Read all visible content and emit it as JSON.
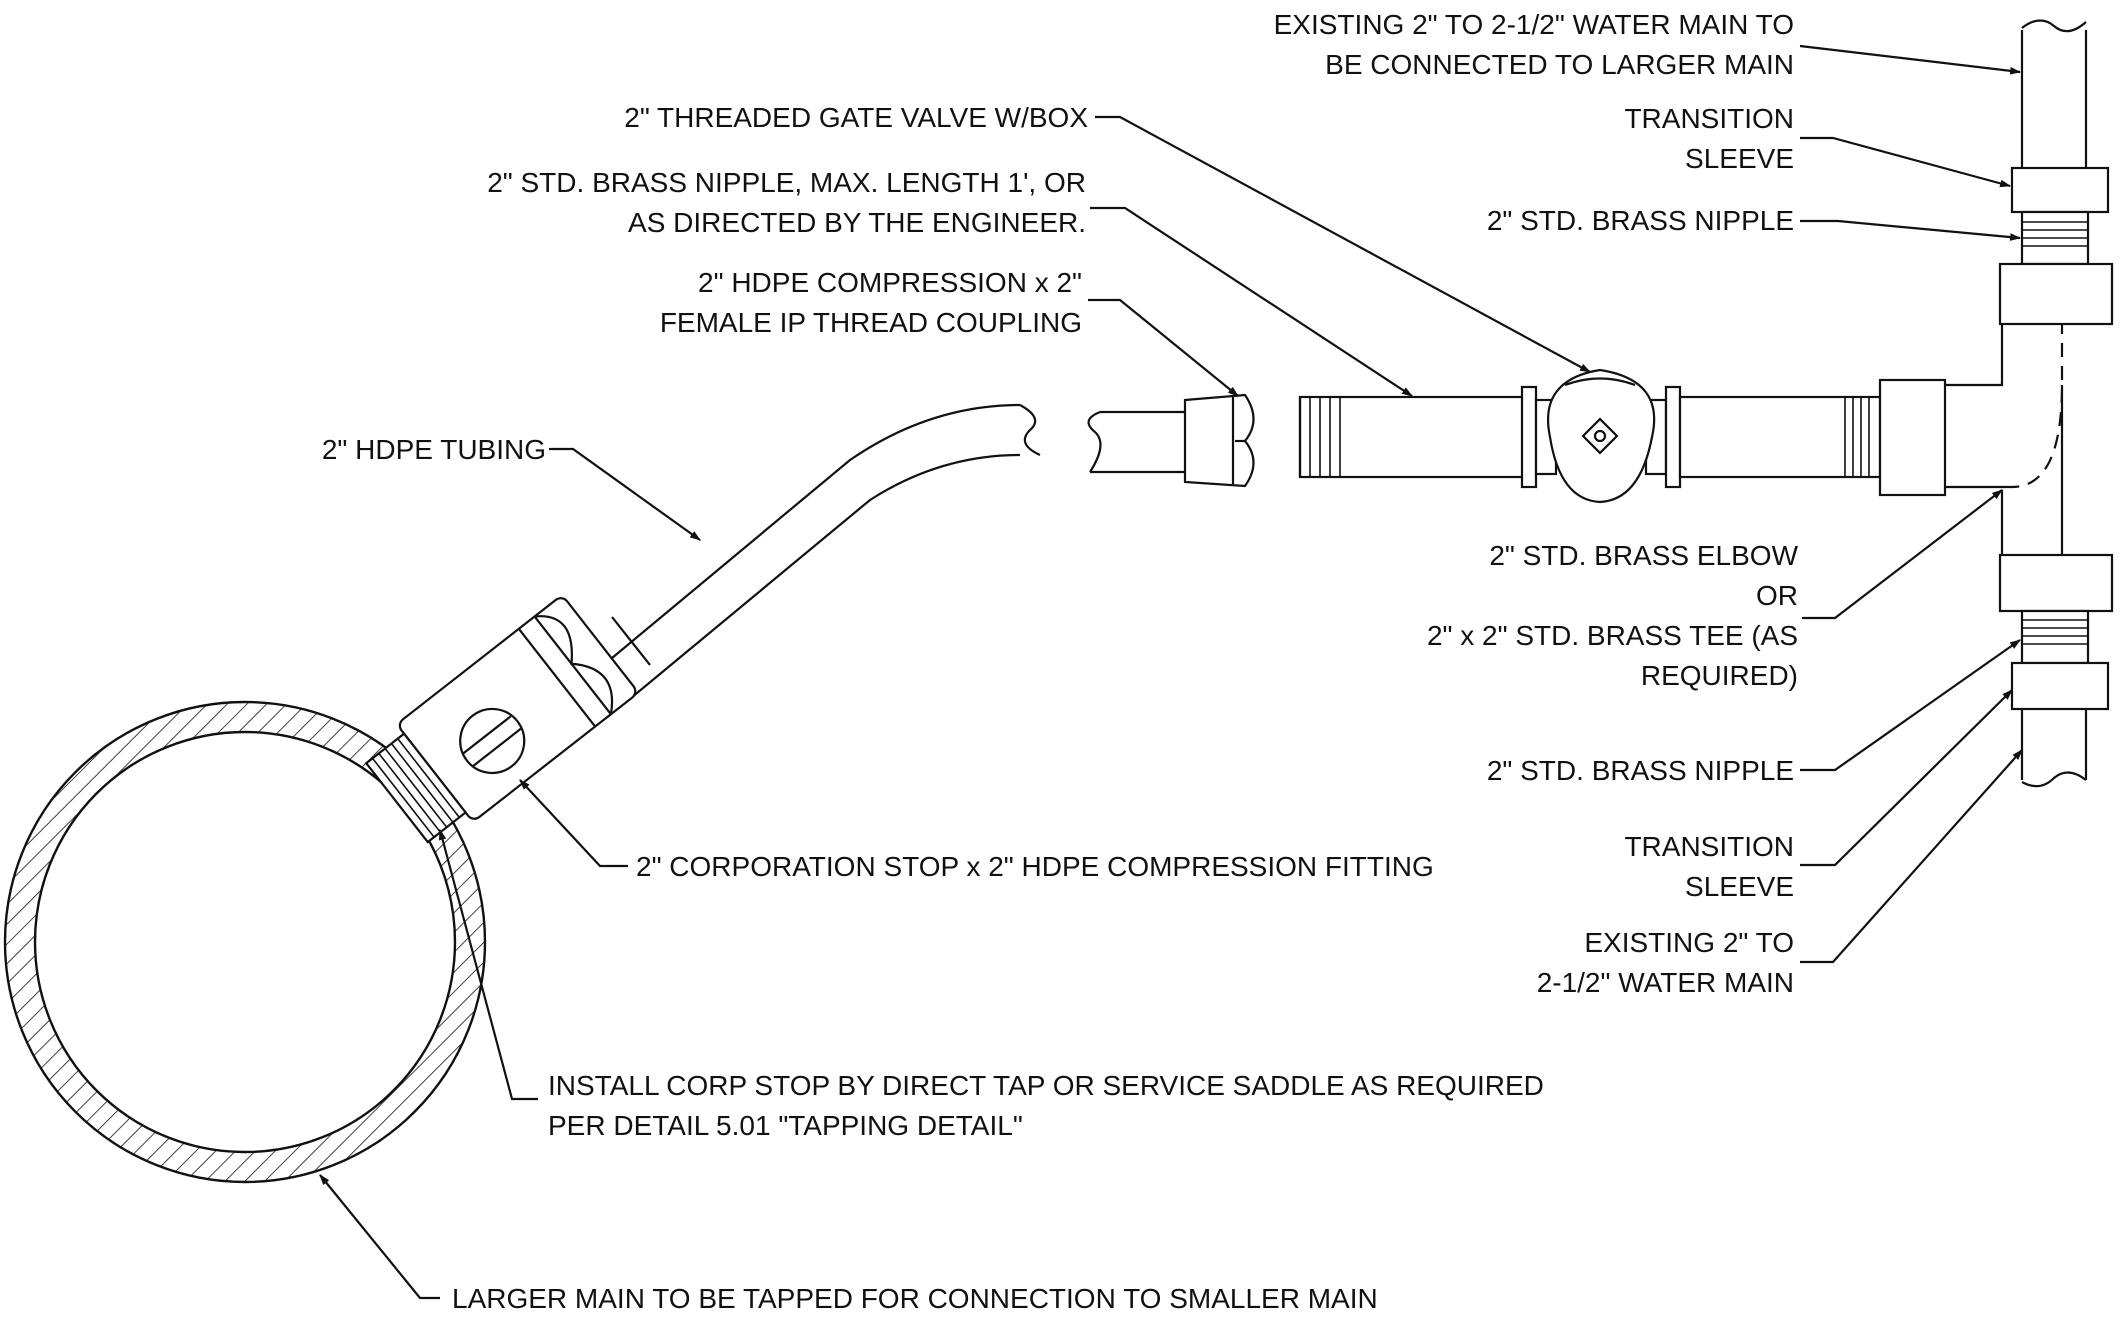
{
  "labels": {
    "existing_main_top": [
      "EXISTING 2\" TO 2-1/2\" WATER MAIN TO",
      "BE CONNECTED TO LARGER MAIN"
    ],
    "gate_valve": [
      "2\" THREADED GATE VALVE W/BOX"
    ],
    "brass_nipple_long": [
      "2\" STD. BRASS NIPPLE, MAX. LENGTH 1', OR",
      "AS DIRECTED BY THE ENGINEER."
    ],
    "hdpe_coupling": [
      "2\" HDPE COMPRESSION x 2\"",
      "FEMALE IP THREAD COUPLING"
    ],
    "transition_sleeve_top": [
      "TRANSITION",
      "SLEEVE"
    ],
    "brass_nipple_top": [
      "2\" STD. BRASS NIPPLE"
    ],
    "hdpe_tubing": [
      "2\" HDPE TUBING"
    ],
    "brass_elbow": [
      "2\" STD. BRASS ELBOW",
      "OR",
      "2\" x 2\" STD. BRASS TEE (AS",
      "REQUIRED)"
    ],
    "corp_stop": [
      "2\" CORPORATION STOP x 2\" HDPE COMPRESSION FITTING"
    ],
    "brass_nipple_bottom": [
      "2\" STD. BRASS NIPPLE"
    ],
    "transition_sleeve_bottom": [
      "TRANSITION",
      "SLEEVE"
    ],
    "existing_main_bottom": [
      "EXISTING 2\" TO",
      "2-1/2\" WATER MAIN"
    ],
    "install_corp_stop": [
      "INSTALL CORP STOP BY DIRECT TAP OR SERVICE SADDLE AS REQUIRED",
      "PER DETAIL 5.01 \"TAPPING DETAIL\""
    ],
    "larger_main": [
      "LARGER MAIN TO BE TAPPED FOR CONNECTION TO SMALLER MAIN"
    ]
  }
}
